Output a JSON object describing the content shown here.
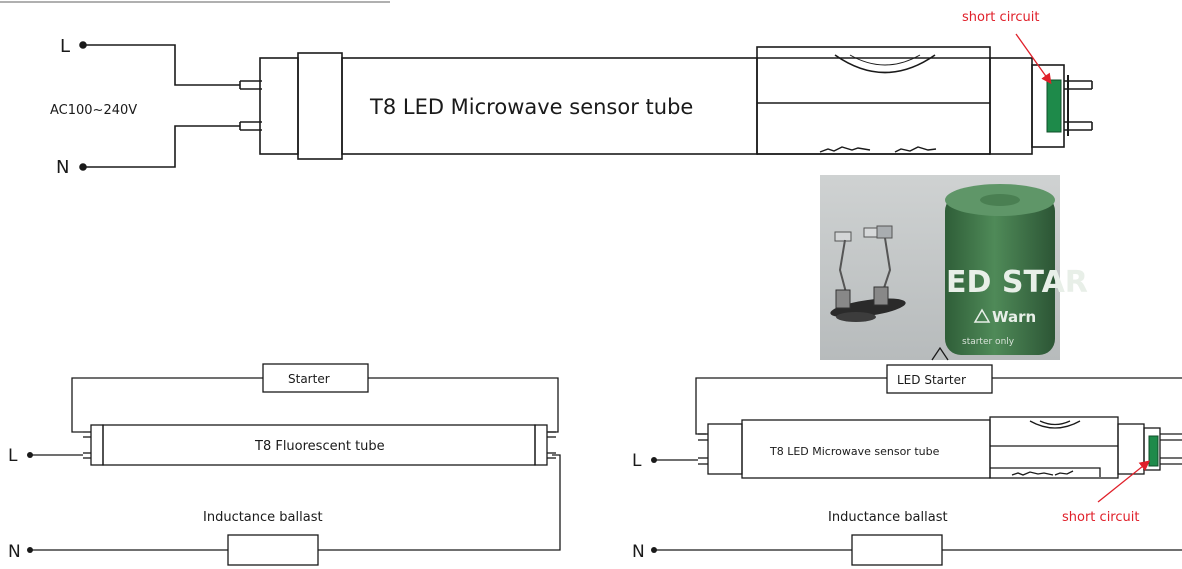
{
  "top_diagram": {
    "terminal_l": "L",
    "terminal_n": "N",
    "voltage": "AC100~240V",
    "tube_label": "T8 LED Microwave sensor tube",
    "short_circuit_label": "short circuit"
  },
  "photo": {
    "starter_text_1": "ED STAR",
    "starter_text_2": "Warn",
    "starter_text_3": "starter only"
  },
  "left_diagram": {
    "starter_label": "Starter",
    "tube_label": "T8 Fluorescent tube",
    "ballast_label": "Inductance ballast",
    "terminal_l": "L",
    "terminal_n": "N"
  },
  "right_diagram": {
    "starter_label": "LED Starter",
    "tube_label": "T8 LED Microwave sensor tube",
    "ballast_label": "Inductance ballast",
    "short_circuit_label": "short circuit",
    "terminal_l": "L",
    "terminal_n": "N"
  },
  "colors": {
    "line": "#1a1a1a",
    "annotation": "#e0202a",
    "short_block": "#1e8a4a",
    "starter_can": "#3f7a4a"
  }
}
